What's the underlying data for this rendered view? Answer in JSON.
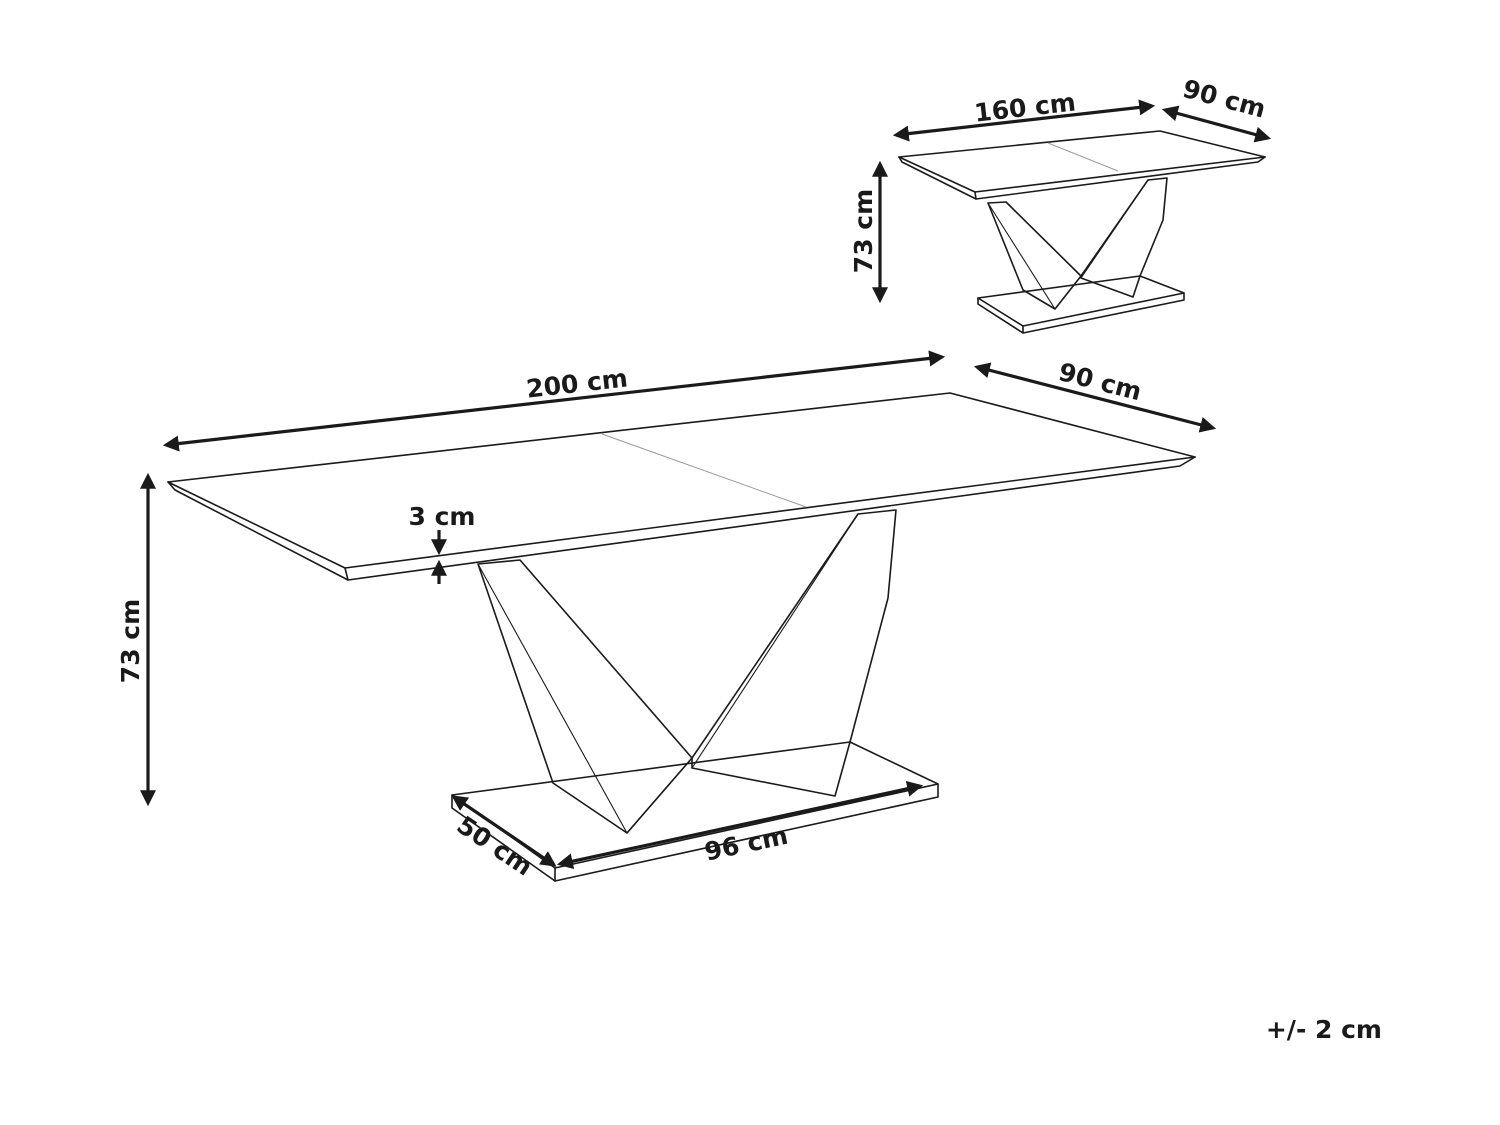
{
  "extended_table": {
    "length_label": "200 cm",
    "depth_label": "90 cm",
    "height_label": "73 cm",
    "top_thickness_label": "3 cm",
    "base_width_label": "96 cm",
    "base_depth_label": "50 cm"
  },
  "compact_table": {
    "length_label": "160 cm",
    "depth_label": "90 cm",
    "height_label": "73 cm"
  },
  "tolerance_label": "+/- 2 cm"
}
